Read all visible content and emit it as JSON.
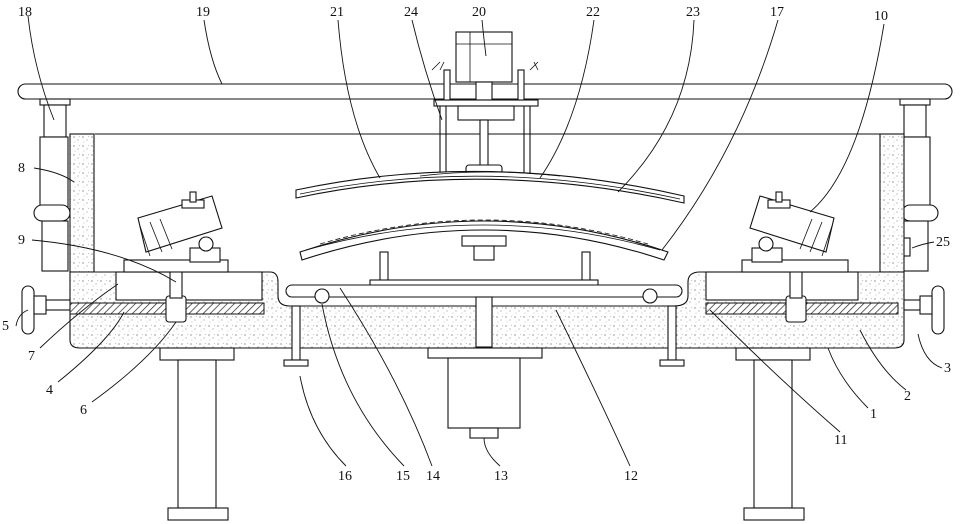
{
  "diagram": {
    "callouts": [
      {
        "id": "18",
        "text": "18"
      },
      {
        "id": "19",
        "text": "19"
      },
      {
        "id": "21",
        "text": "21"
      },
      {
        "id": "24",
        "text": "24"
      },
      {
        "id": "20",
        "text": "20"
      },
      {
        "id": "22",
        "text": "22"
      },
      {
        "id": "23",
        "text": "23"
      },
      {
        "id": "17",
        "text": "17"
      },
      {
        "id": "10",
        "text": "10"
      },
      {
        "id": "8",
        "text": "8"
      },
      {
        "id": "9",
        "text": "9"
      },
      {
        "id": "25",
        "text": "25"
      },
      {
        "id": "5",
        "text": "5"
      },
      {
        "id": "7",
        "text": "7"
      },
      {
        "id": "4",
        "text": "4"
      },
      {
        "id": "6",
        "text": "6"
      },
      {
        "id": "3",
        "text": "3"
      },
      {
        "id": "2",
        "text": "2"
      },
      {
        "id": "1",
        "text": "1"
      },
      {
        "id": "11",
        "text": "11"
      },
      {
        "id": "16",
        "text": "16"
      },
      {
        "id": "15",
        "text": "15"
      },
      {
        "id": "14",
        "text": "14"
      },
      {
        "id": "13",
        "text": "13"
      },
      {
        "id": "12",
        "text": "12"
      }
    ]
  }
}
